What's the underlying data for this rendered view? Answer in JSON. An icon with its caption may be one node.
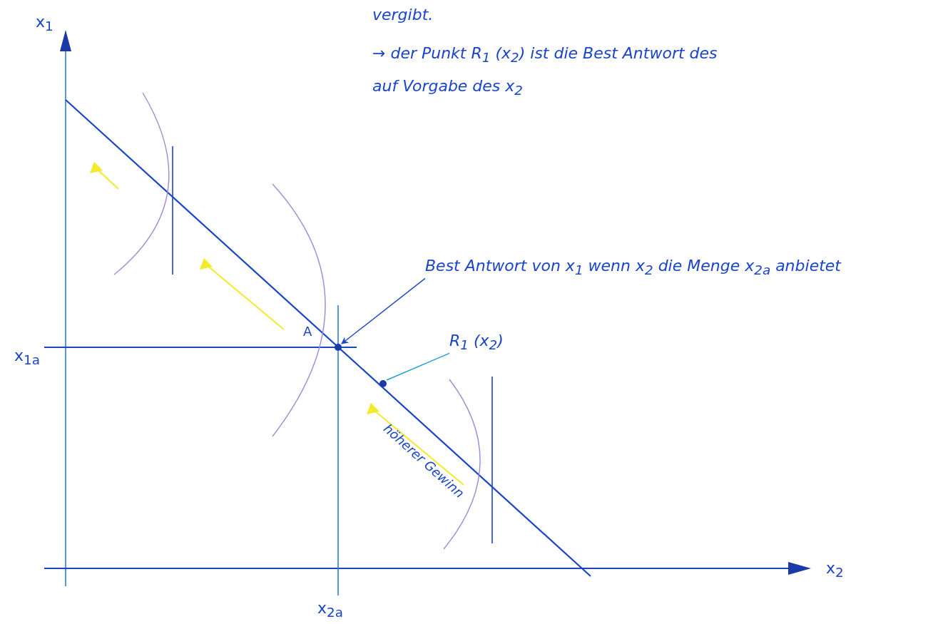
{
  "diagram": {
    "nodes": [
      {
        "text": [
          "Best Antwort von x$_{1}$ wenn x$_{2}$ die Menge x$_{2a}$ anbietet"
        ]
      },
      {
        "text": [],
        "shape": "circle",
        "beside": [
          "A"
        ]
      },
      {
        "text": [
          "R$_{1}$ (x$_{2}$)"
        ]
      },
      {
        "text": [],
        "shape": "circle"
      }
    ],
    "edges": [
      {
        "from": 0,
        "to": 1,
        "arrow": "to"
      },
      {
        "from": 2,
        "to": 3,
        "arrow": "none",
        "color": "#1fa0d8"
      }
    ],
    "labels": [
      "vergibt.",
      "→ der Punkt R$_{1}$ (x$_{2}$) ist die Best Antwort des",
      "auf Vorgabe des x$_{2}$",
      "x$_{1}$",
      "x$_{1a}$",
      "x$_{2a}$",
      "x$_{2}$",
      "höherer Gewinn"
    ]
  }
}
